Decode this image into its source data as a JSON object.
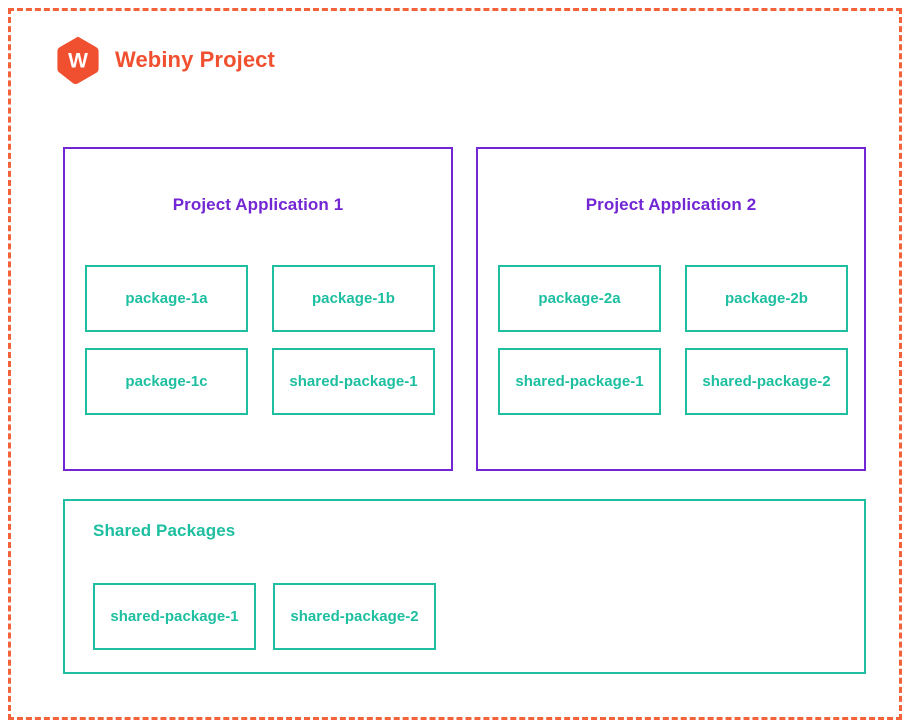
{
  "header": {
    "logo_icon": "webiny-hexagon-w-logo",
    "logo_letter": "W",
    "title": "Webiny Project"
  },
  "colors": {
    "boundary_dashed": "#F4623A",
    "brand_orange": "#F0502F",
    "app_purple": "#7326D3",
    "package_teal": "#1DBFA0",
    "background": "#FFFFFF"
  },
  "applications": [
    {
      "title": "Project Application 1",
      "packages": [
        {
          "label": "package-1a"
        },
        {
          "label": "package-1b"
        },
        {
          "label": "package-1c"
        },
        {
          "label": "shared-package-1"
        }
      ]
    },
    {
      "title": "Project Application 2",
      "packages": [
        {
          "label": "package-2a"
        },
        {
          "label": "package-2b"
        },
        {
          "label": "shared-package-1"
        },
        {
          "label": "shared-package-2"
        }
      ]
    }
  ],
  "shared": {
    "title": "Shared Packages",
    "packages": [
      {
        "label": "shared-package-1"
      },
      {
        "label": "shared-package-2"
      }
    ]
  }
}
